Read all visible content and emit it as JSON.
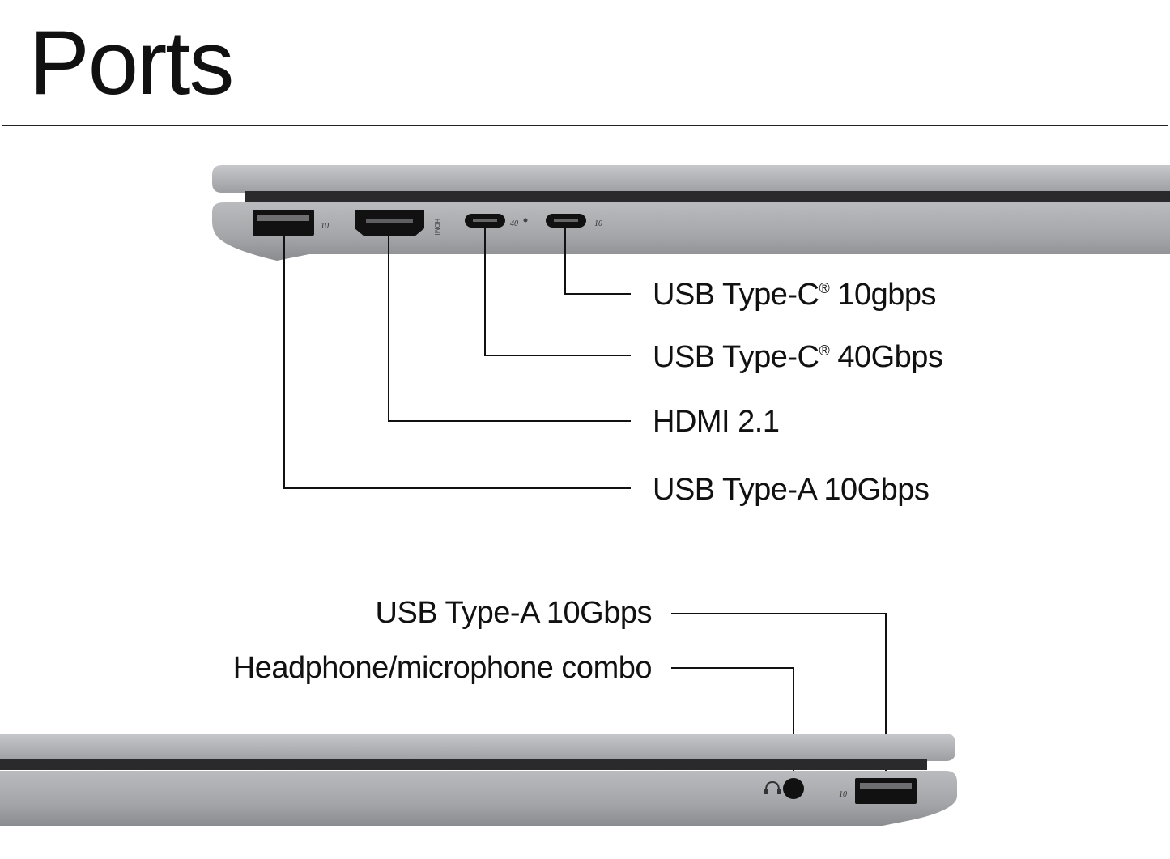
{
  "header": {
    "title": "Ports"
  },
  "left_side": {
    "labels": [
      {
        "id": "usbc-10",
        "text": "USB Type-C",
        "reg": "®",
        "speed": "10gbps"
      },
      {
        "id": "usbc-40",
        "text": "USB Type-C",
        "reg": "®",
        "speed": "40Gbps"
      },
      {
        "id": "hdmi",
        "text": "HDMI 2.1"
      },
      {
        "id": "usba",
        "text": "USB Type-A 10Gbps"
      }
    ],
    "port_badges": {
      "usba": "10",
      "hdmi": "HDMI",
      "usbc1": "40",
      "usbc2": "10"
    }
  },
  "right_side": {
    "labels": [
      {
        "id": "usba",
        "text": "USB Type-A 10Gbps"
      },
      {
        "id": "audio",
        "text": "Headphone/microphone combo"
      }
    ],
    "port_badges": {
      "usba": "10"
    }
  },
  "colors": {
    "chassis": "#a9abae",
    "chassis_dark": "#8e9094",
    "hinge": "#2a2a2c",
    "port": "#111111",
    "text": "#111111"
  }
}
